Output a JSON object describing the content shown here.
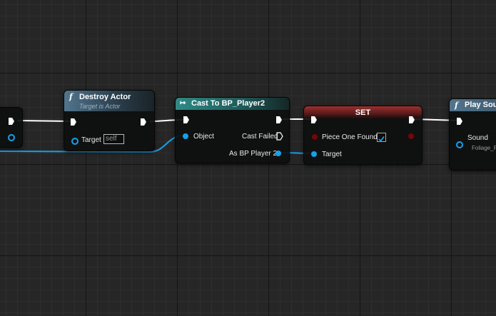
{
  "nodes": {
    "destroy_actor": {
      "title": "Destroy Actor",
      "subtitle": "Target is Actor",
      "target_label": "Target",
      "target_value": "self",
      "icon": "function-icon"
    },
    "cast": {
      "title": "Cast To BP_Player2",
      "object_label": "Object",
      "cast_failed_label": "Cast Failed",
      "as_label": "As BP Player 2",
      "icon": "cast-arrow-icon"
    },
    "set": {
      "title": "SET",
      "var_label": "Piece One Found?",
      "var_checked": true,
      "target_label": "Target"
    },
    "play_sound": {
      "title": "Play Soun",
      "sound_label": "Sound",
      "sound_value": "Foliage_F",
      "icon": "function-icon"
    }
  },
  "colors": {
    "exec_wire": "#ffffff",
    "object_wire": "#16a1ea",
    "function_header": "#4a6d85",
    "cast_header": "#2b7c7c",
    "set_header": "#8c2a2a"
  }
}
